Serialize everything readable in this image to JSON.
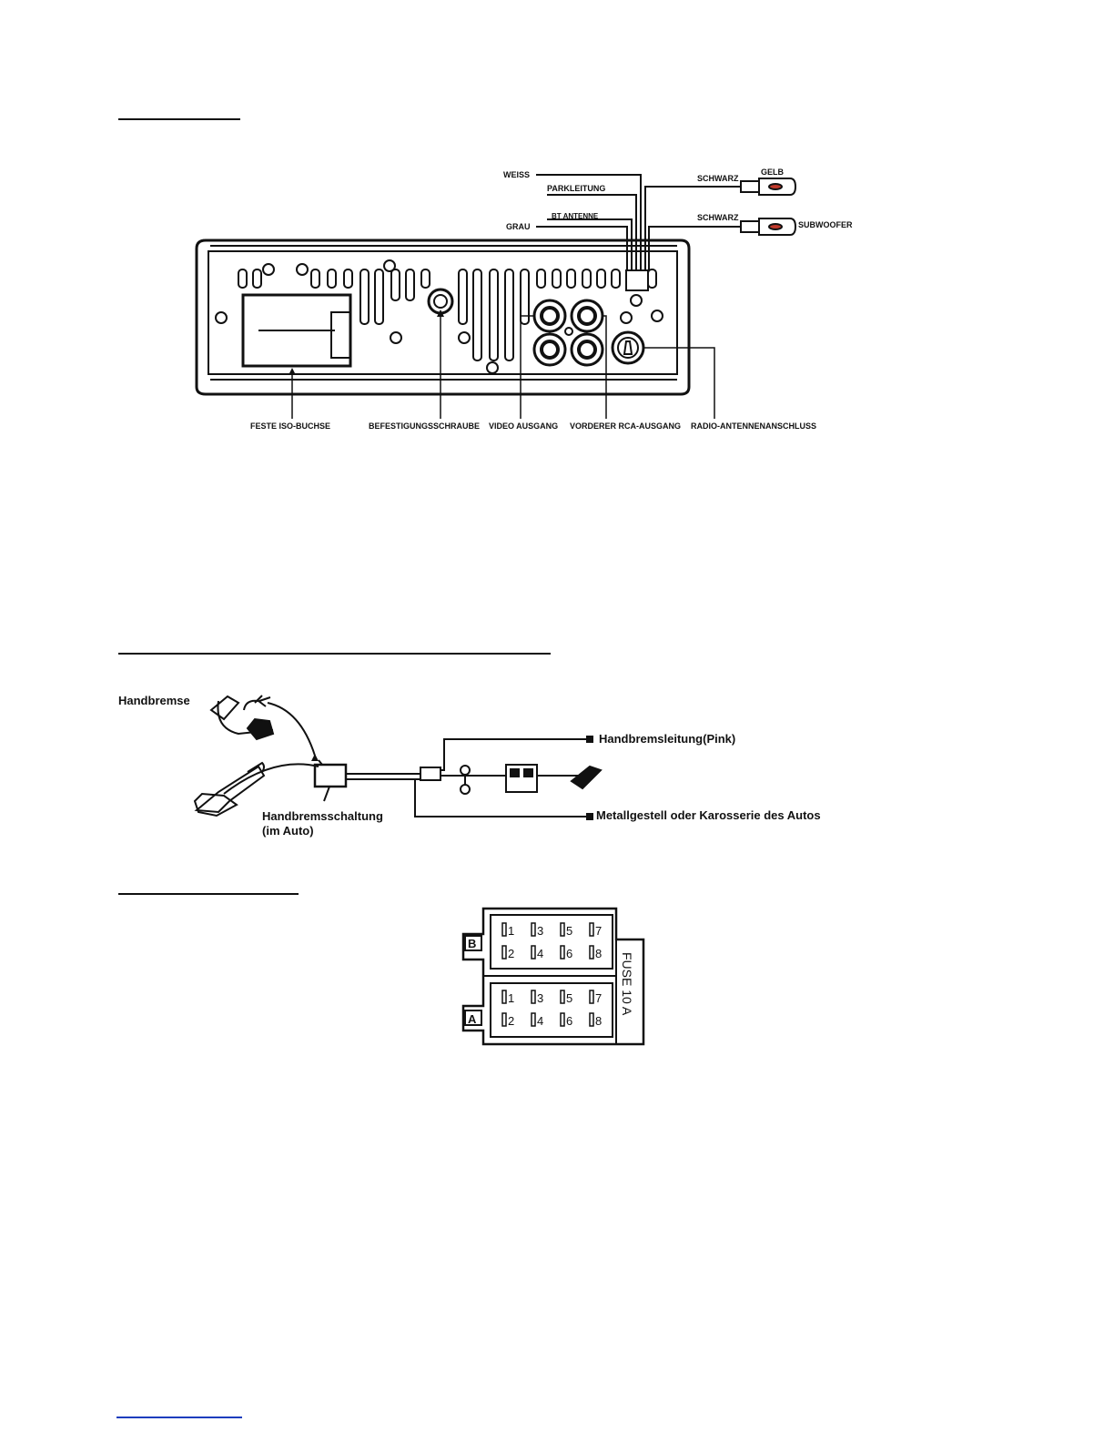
{
  "rear_panel": {
    "wires": {
      "weiss": "WEISS",
      "parkleitung": "PARKLEITUNG",
      "bt_antenne": "BT ANTENNE",
      "grau": "GRAU",
      "schwarz_1": "SCHWARZ",
      "gelb": "GELB",
      "schwarz_2": "SCHWARZ",
      "subwoofer": "SUBWOOFER"
    },
    "callouts": {
      "iso": "FESTE ISO-BUCHSE",
      "screw": "BEFESTIGUNGSSCHRAUBE",
      "video": "VIDEO AUSGANG",
      "rca": "VORDERER RCA-AUSGANG",
      "antenna": "RADIO-ANTENNENANSCHLUSS"
    }
  },
  "handbrake": {
    "handbremse": "Handbremse",
    "wire": "Handbremsleitung(Pink)",
    "switch_line1": "Handbremsschaltung",
    "switch_line2": "(im Auto)",
    "ground": "Metallgestell oder Karosserie des Autos"
  },
  "iso_connector": {
    "block_b": "B",
    "block_a": "A",
    "pins_top": [
      "1",
      "3",
      "5",
      "7"
    ],
    "pins_bottom": [
      "2",
      "4",
      "6",
      "8"
    ],
    "fuse": "FUSE 10 A"
  },
  "colors": {
    "ink": "#111111",
    "rca_red": "#c0392b",
    "footer_rule": "#1a3dbd"
  }
}
